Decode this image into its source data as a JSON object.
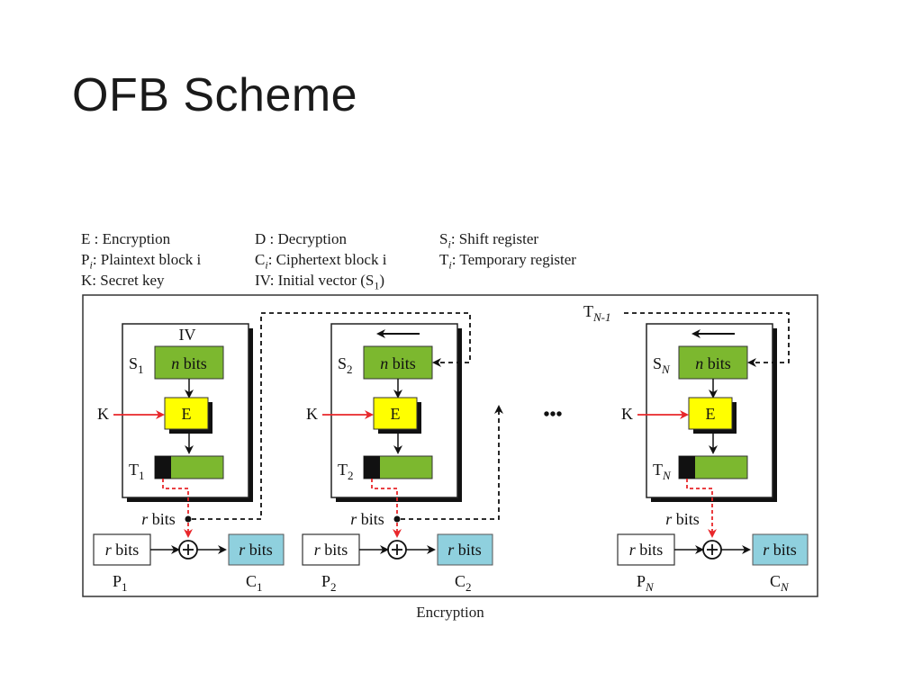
{
  "slide": {
    "title": "OFB Scheme"
  },
  "legend": {
    "columns": [
      [
        {
          "sym": "E",
          "sub": "",
          "text": " : Encryption"
        },
        {
          "sym": "P",
          "sub": "i",
          "text": ": Plaintext block i"
        },
        {
          "sym": "K",
          "sub": "",
          "text": ": Secret key"
        }
      ],
      [
        {
          "sym": "D",
          "sub": "",
          "text": " : Decryption"
        },
        {
          "sym": "C",
          "sub": "i",
          "text": ": Ciphertext block i"
        },
        {
          "sym": "IV",
          "sub": "",
          "text": ": Initial vector (S",
          "tail_sub": "1",
          "tail": ")"
        }
      ],
      [
        {
          "sym": "S",
          "sub": "i",
          "text": ": Shift register"
        },
        {
          "sym": "T",
          "sub": "i",
          "text": ": Temporary register"
        }
      ]
    ]
  },
  "diagram": {
    "caption": "Encryption",
    "ellipsis": "•••",
    "iv_label": "IV",
    "feedback_label": {
      "base": "T",
      "sub": "N-1"
    },
    "nbits_label": {
      "italic": "n",
      "rest": " bits"
    },
    "rbits_label": {
      "italic": "r",
      "rest": " bits"
    },
    "encrypt_label": "E",
    "key_label": "K",
    "xor_symbol": "+",
    "stages": [
      {
        "s": {
          "base": "S",
          "sub": "1"
        },
        "t": {
          "base": "T",
          "sub": "1"
        },
        "p": {
          "base": "P",
          "sub": "1"
        },
        "c": {
          "base": "C",
          "sub": "1"
        }
      },
      {
        "s": {
          "base": "S",
          "sub": "2"
        },
        "t": {
          "base": "T",
          "sub": "2"
        },
        "p": {
          "base": "P",
          "sub": "2"
        },
        "c": {
          "base": "C",
          "sub": "2"
        }
      },
      {
        "s": {
          "base": "S",
          "sub": "N"
        },
        "t": {
          "base": "T",
          "sub": "N"
        },
        "p": {
          "base": "P",
          "sub": "N"
        },
        "c": {
          "base": "C",
          "sub": "N"
        }
      }
    ],
    "colors": {
      "register_green": "#7cb82f",
      "encrypt_yellow": "#ffff00",
      "cipher_blue": "#8fd0de",
      "key_red": "#e8262a",
      "line_black": "#111111"
    }
  }
}
